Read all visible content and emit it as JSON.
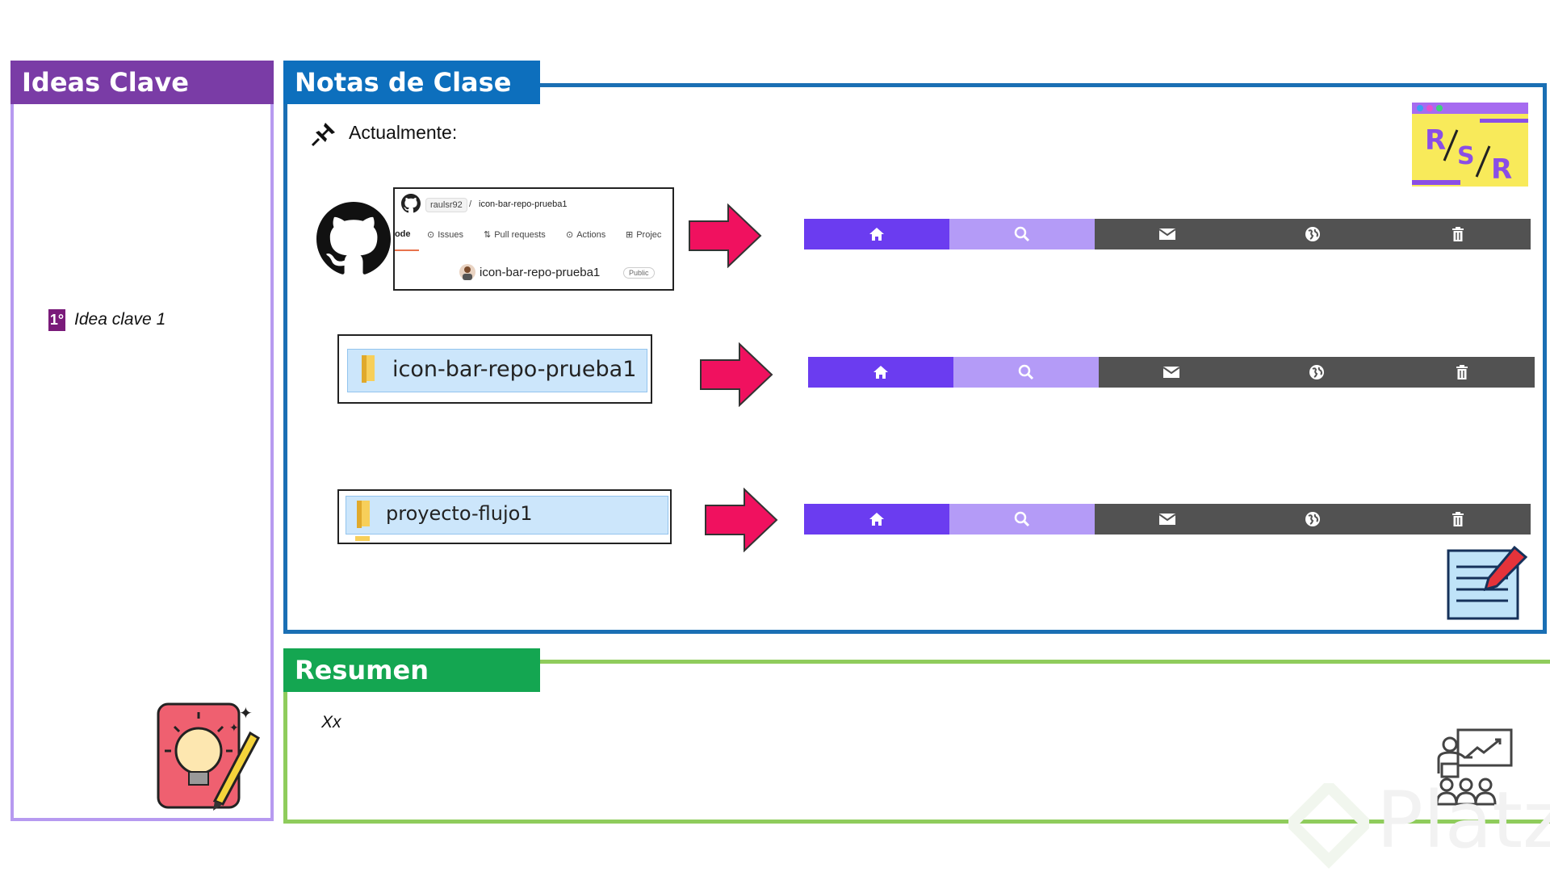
{
  "sections": {
    "ideas_title": "Ideas Clave",
    "notas_title": "Notas de Clase",
    "resumen_title": "Resumen"
  },
  "notes": {
    "intro": "Actualmente:"
  },
  "ideas": {
    "bullet_number": "1°",
    "item1": "Idea clave 1"
  },
  "github": {
    "owner": "raulsr92",
    "separator": "/",
    "repo": "icon-bar-repo-prueba1",
    "tab_code": "Code",
    "tab_issues": "Issues",
    "tab_pull_requests": "Pull requests",
    "tab_actions": "Actions",
    "tab_projects": "Projec",
    "repo_title": "icon-bar-repo-prueba1",
    "visibility": "Public"
  },
  "folders": {
    "folder1": "icon-bar-repo-prueba1",
    "folder2": "proyecto-flujo1"
  },
  "summary": {
    "text": "Xx"
  },
  "watermark": "Platzi",
  "logo_letters": {
    "r1": "R",
    "s": "S",
    "r2": "R"
  },
  "colors": {
    "ideas_header": "#7a3ca6",
    "notas_header": "#0d6fbd",
    "resumen_header": "#14a651",
    "bar_home": "#6b3cf0",
    "bar_search": "#b49bf7",
    "bar_rest": "#525252",
    "arrow": "#f0115f"
  },
  "icons": {
    "bar": [
      "home-icon",
      "search-icon",
      "envelope-icon",
      "globe-icon",
      "trash-icon"
    ],
    "decorative": [
      "pushpin-icon",
      "github-logo-icon",
      "folder-icon",
      "notepad-pencil-icon",
      "lightbulb-notebook-icon",
      "presentation-audience-icon",
      "rsr-logo-icon"
    ]
  }
}
